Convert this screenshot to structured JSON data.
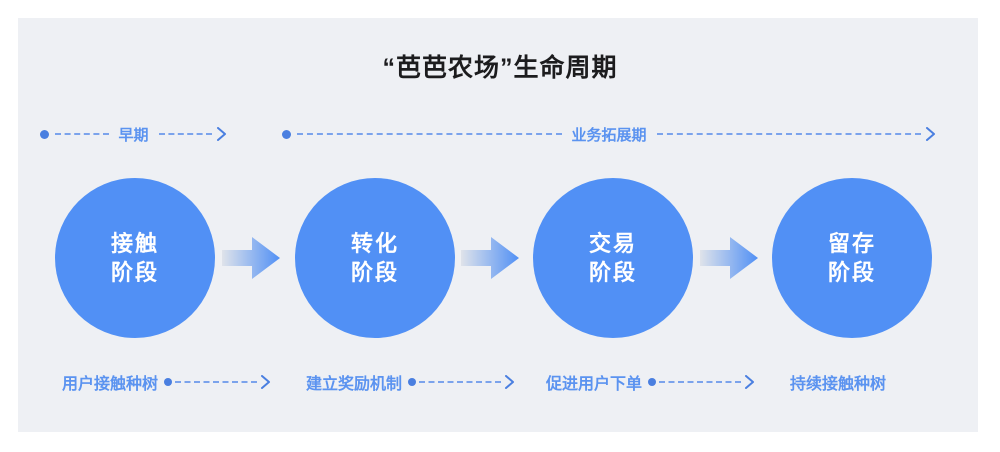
{
  "panel": {
    "background_color": "#eef0f4",
    "outer_background_color": "#ffffff"
  },
  "title": "“芭芭农场”生命周期",
  "colors": {
    "circle_blue": "#5190f5",
    "label_blue": "#5b93f0",
    "dash_blue": "#7ba3ec",
    "dot_blue": "#4a7fe0",
    "title_black": "#1c1c1e",
    "arrow_gradient_from": "#dfe3ea",
    "arrow_gradient_to": "#5190f5"
  },
  "phases": [
    {
      "label": "早期",
      "dot": "phase-start-dot",
      "arrow": "chevron-right-icon"
    },
    {
      "label": "业务拓展期",
      "dot": "phase-start-dot",
      "arrow": "chevron-right-icon"
    }
  ],
  "stages": [
    {
      "line1": "接触",
      "line2": "阶段"
    },
    {
      "line1": "转化",
      "line2": "阶段"
    },
    {
      "line1": "交易",
      "line2": "阶段"
    },
    {
      "line1": "留存",
      "line2": "阶段"
    }
  ],
  "connectors": [
    {
      "icon": "arrow-right-thick-icon"
    },
    {
      "icon": "arrow-right-thick-icon"
    },
    {
      "icon": "arrow-right-thick-icon"
    }
  ],
  "actions": [
    {
      "label": "用户接触种树",
      "dot": "action-dot",
      "arrow": "chevron-right-icon"
    },
    {
      "label": "建立奖励机制",
      "dot": "action-dot",
      "arrow": "chevron-right-icon"
    },
    {
      "label": "促进用户下单",
      "dot": "action-dot",
      "arrow": "chevron-right-icon"
    },
    {
      "label": "持续接触种树",
      "dot": null,
      "arrow": null
    }
  ]
}
